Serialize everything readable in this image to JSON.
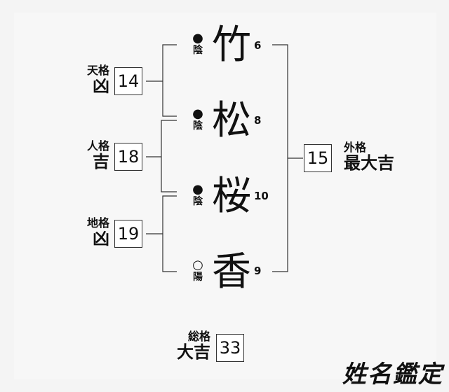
{
  "characters": [
    {
      "kanji": "竹",
      "mark": "●",
      "yinyang": "陰",
      "strokes": "6"
    },
    {
      "kanji": "松",
      "mark": "●",
      "yinyang": "陰",
      "strokes": "8"
    },
    {
      "kanji": "桜",
      "mark": "●",
      "yinyang": "陰",
      "strokes": "10"
    },
    {
      "kanji": "香",
      "mark": "○",
      "yinyang": "陽",
      "strokes": "9"
    }
  ],
  "tenkaku": {
    "label": "天格",
    "value": "14",
    "result": "凶"
  },
  "jinkaku": {
    "label": "人格",
    "value": "18",
    "result": "吉"
  },
  "chikaku": {
    "label": "地格",
    "value": "19",
    "result": "凶"
  },
  "gaikaku": {
    "label": "外格",
    "value": "15",
    "result": "最大吉"
  },
  "soukaku": {
    "label": "総格",
    "value": "33",
    "result": "大吉"
  },
  "logo": "姓名鑑定"
}
